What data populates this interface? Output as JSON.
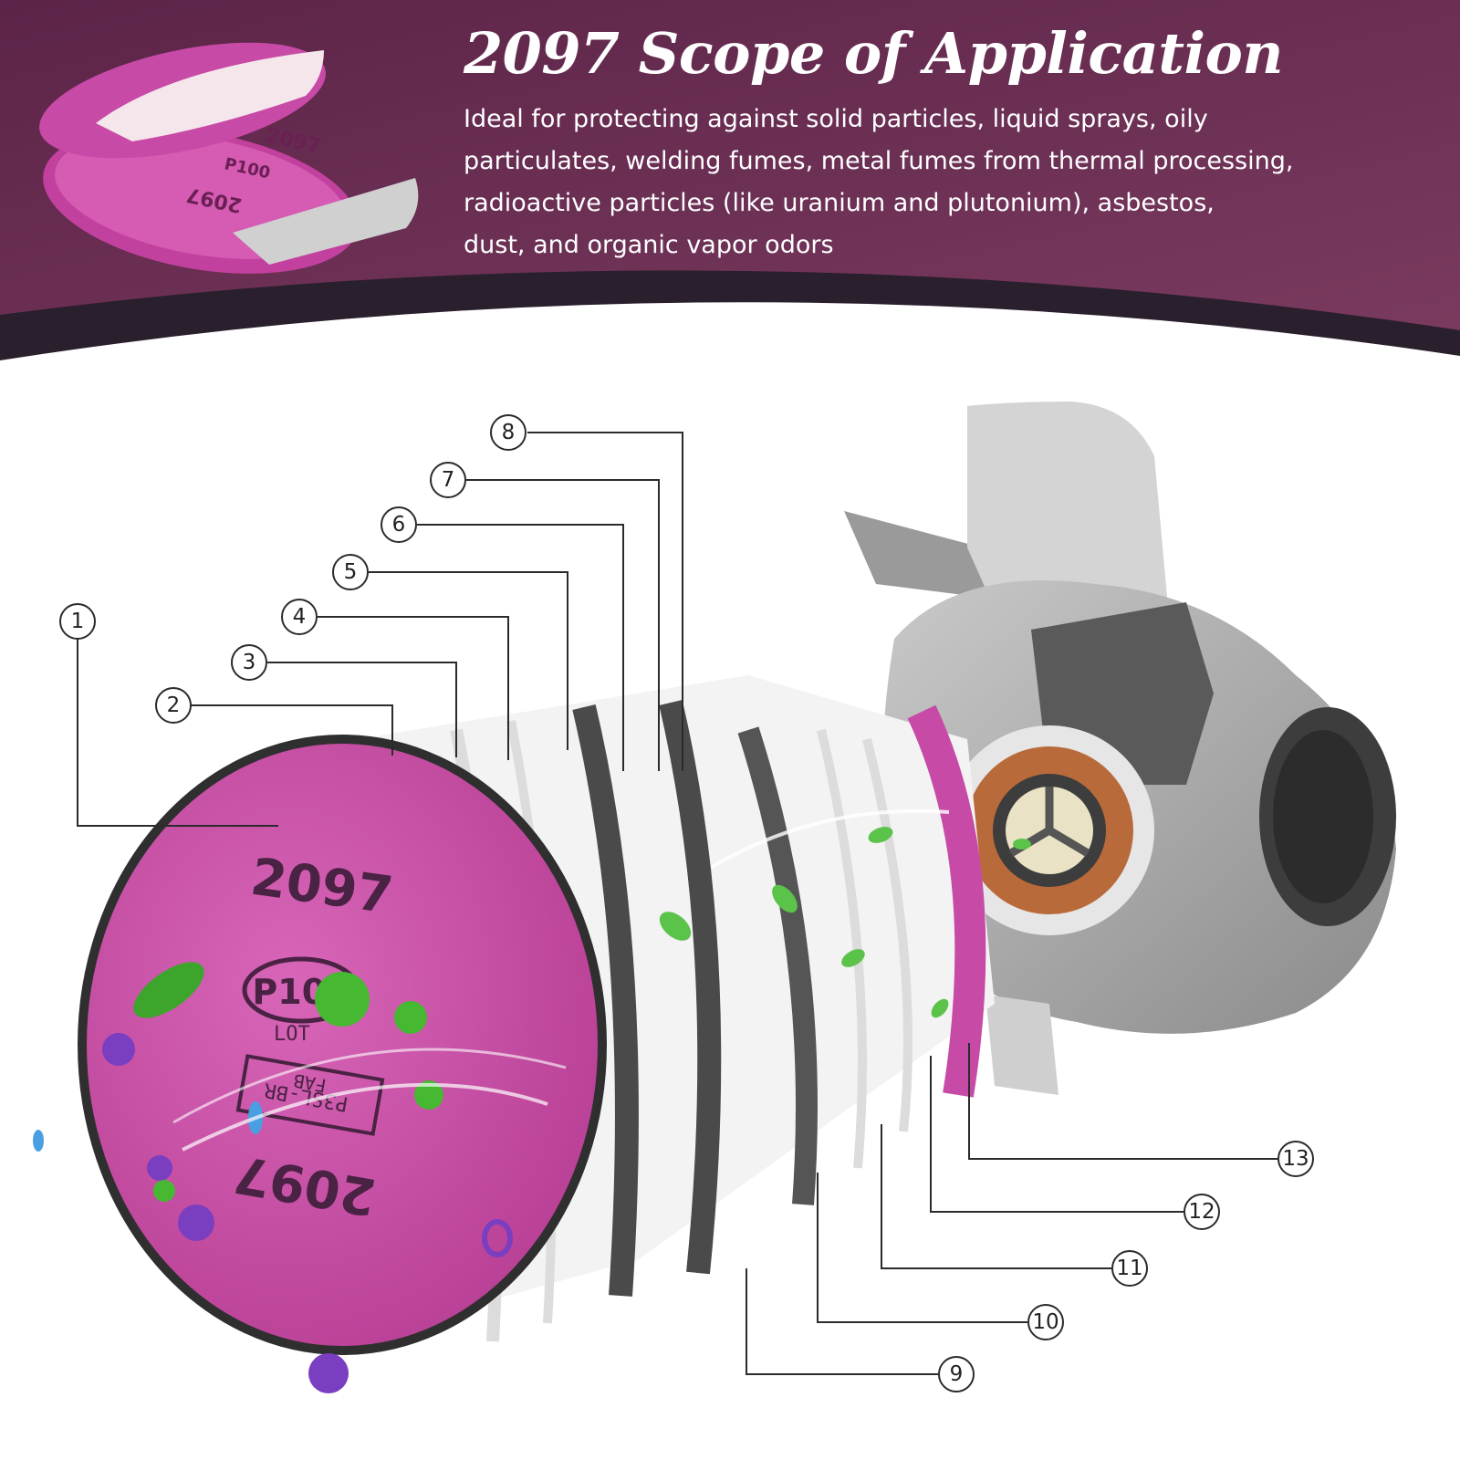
{
  "header": {
    "title": "2097 Scope of Application",
    "description_lines": [
      "Ideal for protecting against solid particles, liquid sprays, oily",
      " particulates, welding fumes, metal fumes from thermal processing,",
      "radioactive particles (like uranium and plutonium), asbestos,",
      "dust, and organic vapor odors"
    ]
  },
  "filter_disc": {
    "printed_text": [
      "2097",
      "P100",
      "2097",
      "P3SL-BR",
      "FAB",
      "LOT"
    ]
  },
  "layer_markers": [
    "1",
    "2",
    "3",
    "4",
    "5",
    "6",
    "7",
    "8",
    "9",
    "10",
    "11",
    "12",
    "13"
  ],
  "colors": {
    "banner": "#6e2f55",
    "banner_edge": "#2a1f2c",
    "filter_pink": "#c74aa6",
    "carbon": "#4a4a4a",
    "mask_gray": "#8c8c8c",
    "valve_orange": "#b96a3a"
  }
}
